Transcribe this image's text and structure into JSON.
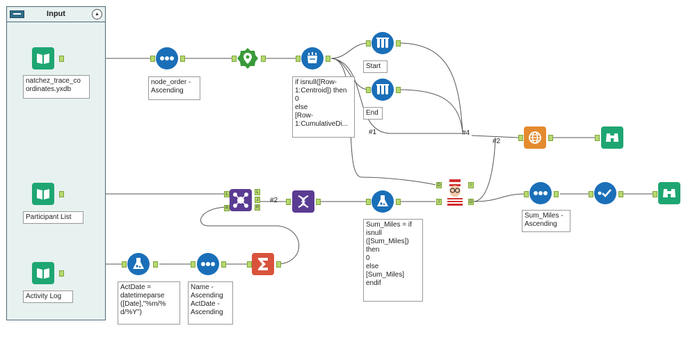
{
  "container": {
    "title": "Input"
  },
  "labels": {
    "input_file": "natchez_trace_co\nordinates.yxdb",
    "participant_list": "Participant List",
    "activity_log": "Activity Log",
    "sort_node": "node_order -\nAscending",
    "formula_cumul": "if isnull([Row-\n1:Centroid]) then\n0\nelse\n[Row-\n1:CumulativeDi...",
    "start": "Start",
    "end": "End",
    "formula_sum": "Sum_Miles = if\nisnull\n([Sum_Miles])\nthen\n0\nelse\n[Sum_Miles]\nendif",
    "sort_sum": "Sum_Miles -\nAscending",
    "formula_date": "ActDate =\ndatetimeparse\n([Date],\"%m/%\nd/%Y\")",
    "sort_name": "Name -\nAscending\nActDate -\nAscending"
  },
  "wire_labels": {
    "w1": "#1",
    "w4": "#4",
    "w2a": "#2",
    "w2b": "#2"
  },
  "anchor_letters": {
    "L": "L",
    "R": "R",
    "J": "J",
    "D": "D",
    "I": "I",
    "O": "O"
  },
  "colors": {
    "input_green": "#1ea672",
    "prep_blue": "#1a6fb8",
    "spatial_green": "#3a9a3a",
    "join_purple": "#5b3c93",
    "transform_red": "#d9533c",
    "report_orange": "#e48a2f",
    "browse_green": "#1ea672"
  },
  "icons": {
    "input_file": "book-icon",
    "participant_list": "book-icon",
    "activity_log": "book-icon",
    "sort": "sort-dots-icon",
    "spatial": "map-pin-icon",
    "multirow": "multi-row-formula-icon",
    "sample": "test-tubes-icon",
    "join": "join-icon",
    "dna": "dna-icon",
    "formula": "flask-icon",
    "find_replace": "waldo-icon",
    "summarize": "sigma-icon",
    "report_map": "globe-icon",
    "browse": "binoculars-icon",
    "unique": "check-icon"
  }
}
